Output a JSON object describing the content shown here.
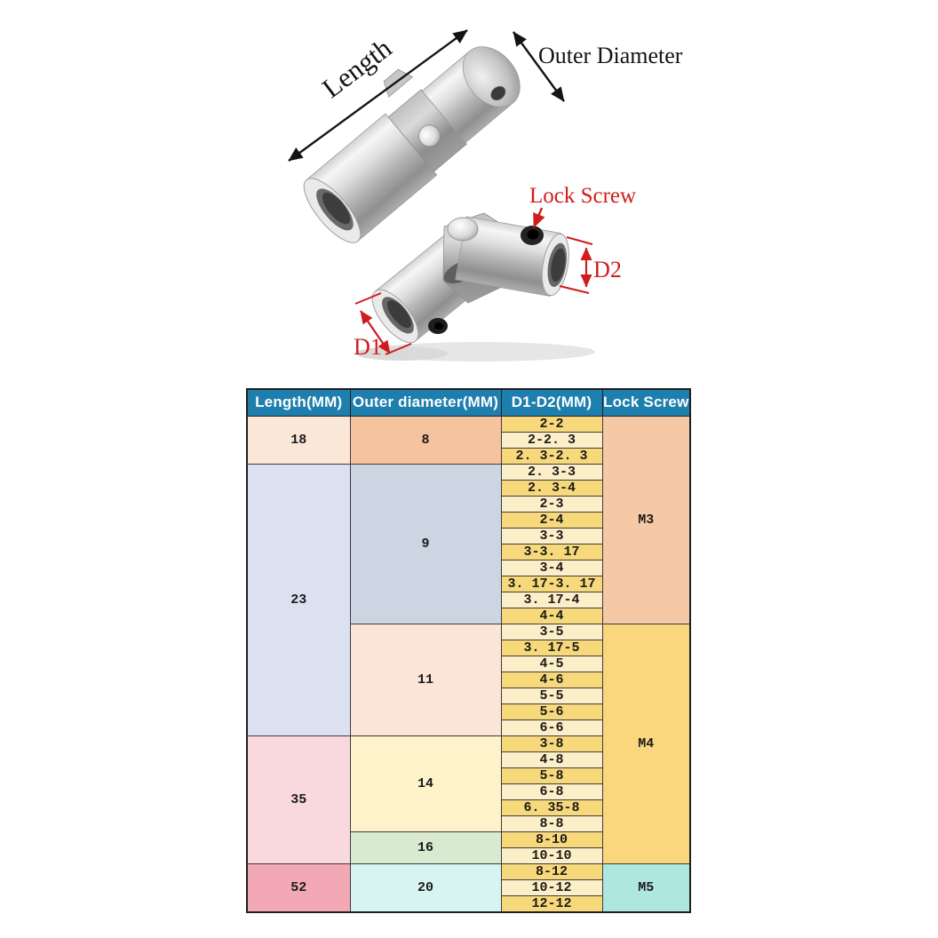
{
  "diagram": {
    "length_label": "Length",
    "outer_diameter_label": "Outer Diameter",
    "lock_screw_label": "Lock Screw",
    "d1_label": "D1",
    "d2_label": "D2",
    "annotation_black": "#141414",
    "annotation_red": "#cf1d1d"
  },
  "table": {
    "header": {
      "bg": "#1e7fae",
      "text_color": "#ffffff",
      "columns": [
        "Length(MM)",
        "Outer diameter(MM)",
        "D1-D2(MM)",
        "Lock Screw"
      ]
    },
    "length_groups": [
      {
        "label": "18",
        "rows": 3,
        "bg": "#fbe7d8"
      },
      {
        "label": "23",
        "rows": 17,
        "bg": "#dbe1f0"
      },
      {
        "label": "35",
        "rows": 8,
        "bg": "#f9d8de"
      },
      {
        "label": "52",
        "rows": 3,
        "bg": "#f2a9b5"
      }
    ],
    "od_groups": [
      {
        "label": "8",
        "rows": 3,
        "bg": "#f5c49e"
      },
      {
        "label": "9",
        "rows": 10,
        "bg": "#ccd6e3"
      },
      {
        "label": "11",
        "rows": 7,
        "bg": "#fbe5d7"
      },
      {
        "label": "14",
        "rows": 6,
        "bg": "#fdf2ca"
      },
      {
        "label": "16",
        "rows": 2,
        "bg": "#d8ebd1"
      },
      {
        "label": "20",
        "rows": 3,
        "bg": "#d8f4f0"
      }
    ],
    "d1d2_rows": [
      "2-2",
      "2-2. 3",
      "2. 3-2. 3",
      "2. 3-3",
      "2. 3-4",
      "2-3",
      "2-4",
      "3-3",
      "3-3. 17",
      "3-4",
      "3. 17-3. 17",
      "3. 17-4",
      "4-4",
      "3-5",
      "3. 17-5",
      "4-5",
      "4-6",
      "5-5",
      "5-6",
      "6-6",
      "3-8",
      "4-8",
      "5-8",
      "6-8",
      "6. 35-8",
      "8-8",
      "8-10",
      "10-10",
      "8-12",
      "10-12",
      "12-12"
    ],
    "d1d2_colors": [
      "#f7d97b",
      "#fceec7"
    ],
    "lock_groups": [
      {
        "label": "M3",
        "rows": 13,
        "bg": "#f5c8a6"
      },
      {
        "label": "M4",
        "rows": 15,
        "bg": "#fad77d"
      },
      {
        "label": "M5",
        "rows": 3,
        "bg": "#aee7e0"
      }
    ]
  }
}
